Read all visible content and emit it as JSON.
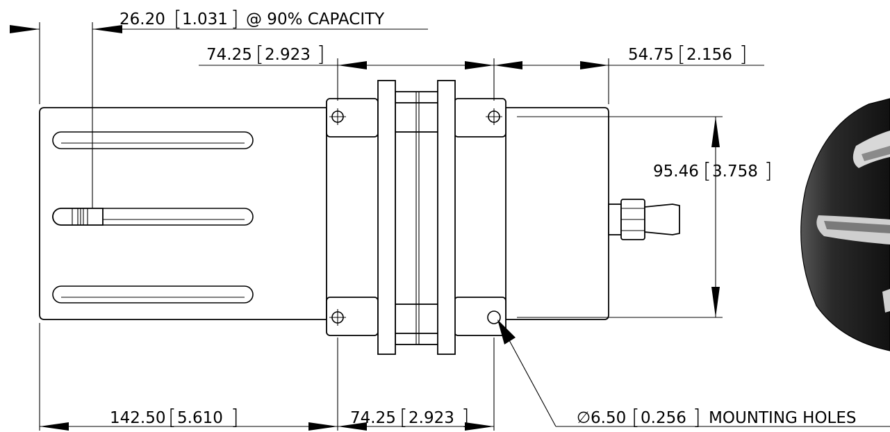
{
  "dimensions": {
    "top_capacity": {
      "value": "26.20",
      "alt": "1.031",
      "note": "@ 90% CAPACITY"
    },
    "top_spacing": {
      "value": "74.25",
      "alt": "2.923"
    },
    "top_right": {
      "value": "54.75",
      "alt": "2.156"
    },
    "height": {
      "value": "95.46",
      "alt": "3.758"
    },
    "bottom_left": {
      "value": "142.50",
      "alt": "5.610"
    },
    "bottom_spacing": {
      "value": "74.25",
      "alt": "2.923"
    },
    "holes": {
      "symbol": "∅",
      "value": "6.50",
      "alt": "0.256",
      "note": "MOUNTING HOLES"
    }
  },
  "colors": {
    "line": "#000000",
    "background": "#ffffff",
    "render_dark": "#1f1f1f"
  }
}
